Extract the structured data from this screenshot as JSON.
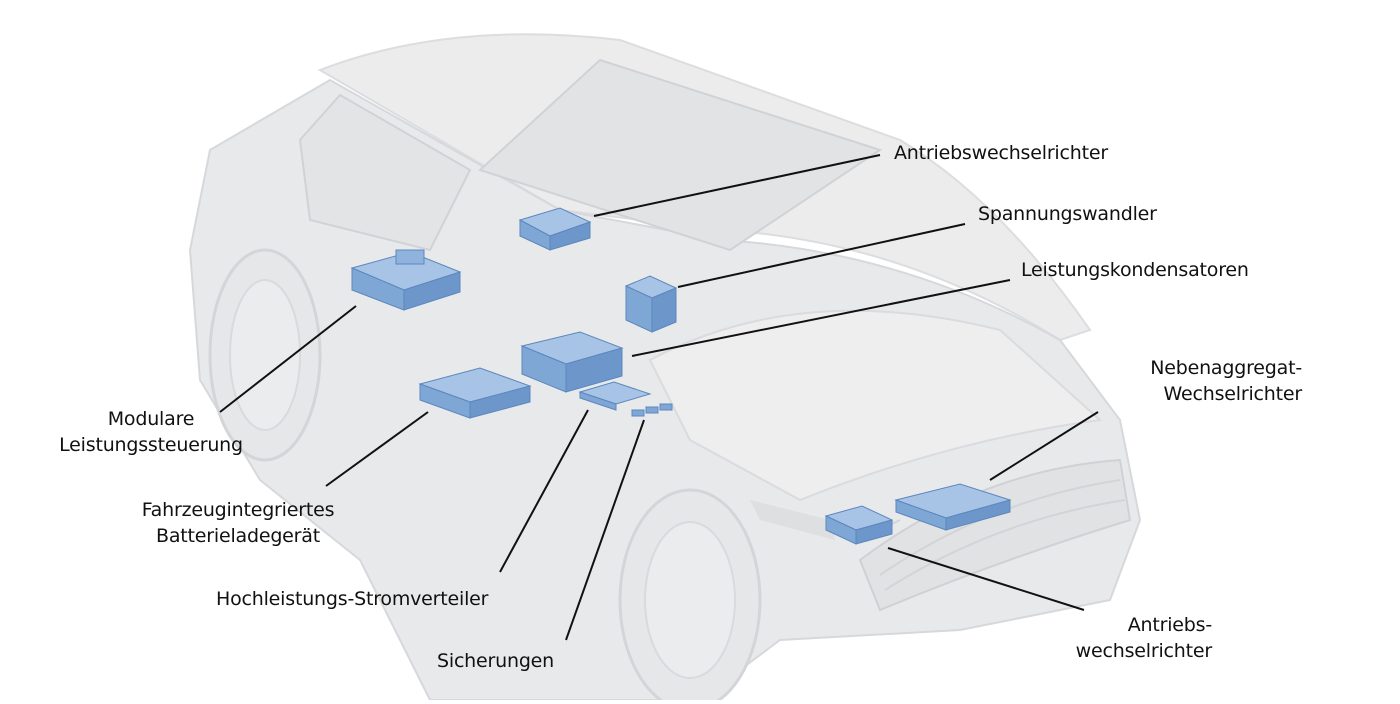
{
  "labels": {
    "antriebswechselrichter_top": "Antriebswechselrichter",
    "spannungswandler": "Spannungswandler",
    "leistungskondensatoren": "Leistungskondensatoren",
    "nebenaggregat_l1": "Nebenaggregat-",
    "nebenaggregat_l2": "Wechselrichter",
    "modulare_l1": "Modulare",
    "modulare_l2": "Leistungssteuerung",
    "fahrzeug_l1": "Fahrzeugintegriertes",
    "fahrzeug_l2": "Batterieladegerät",
    "hochleistung": "Hochleistungs-Stromverteiler",
    "sicherungen": "Sicherungen",
    "antriebs_front_l1": "Antriebs-",
    "antriebs_front_l2": "wechselrichter"
  },
  "colors": {
    "car_body": "#e9eaeb",
    "car_outline": "#d3d5d8",
    "component": "#7fa7d6",
    "component_dark": "#5c87bd",
    "leader_line": "#111111"
  }
}
